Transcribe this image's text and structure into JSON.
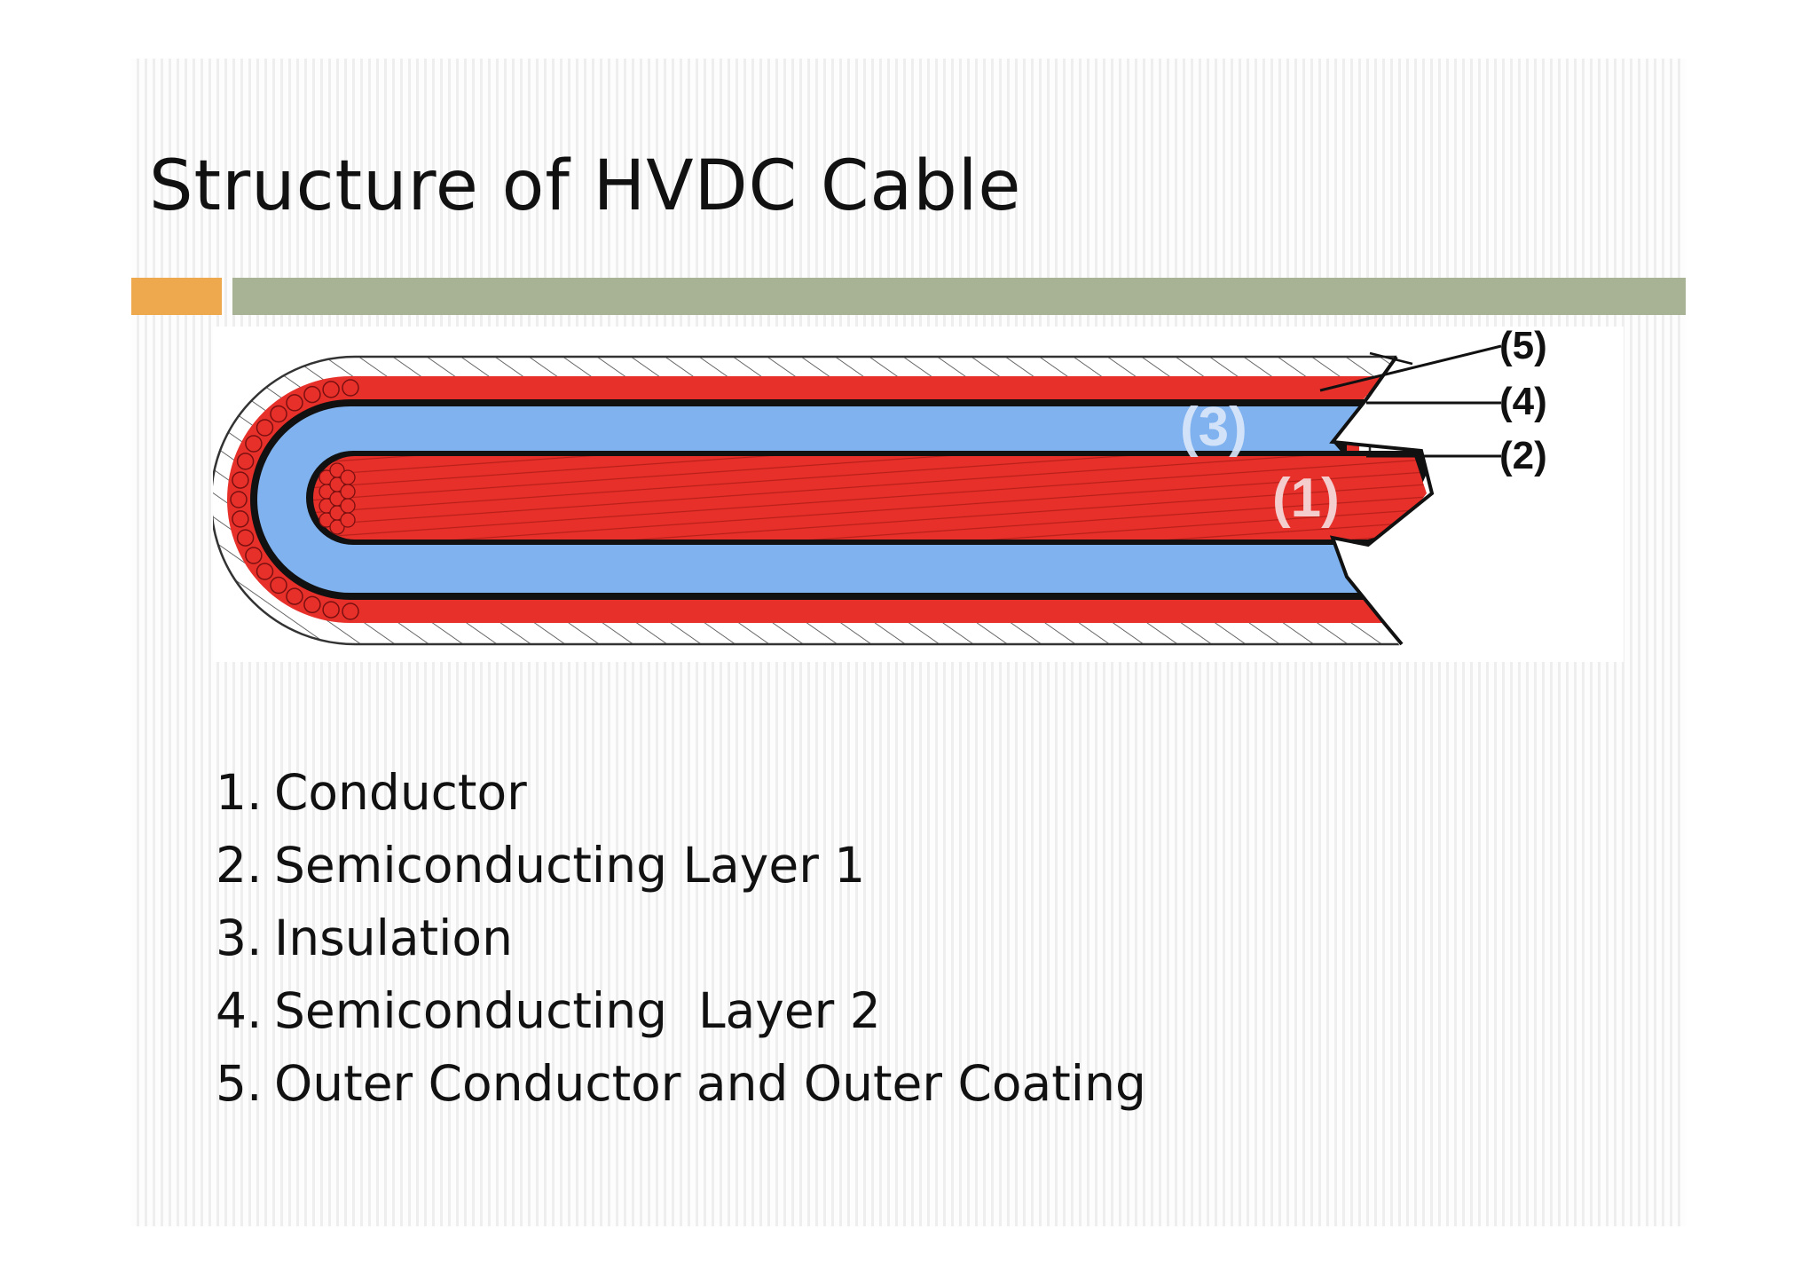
{
  "title": "Structure of HVDC Cable",
  "colors": {
    "accent_orange": "#eea84d",
    "accent_green": "#a8b396",
    "conductor_red": "#e8302a",
    "insulation_blue": "#7fb2ee",
    "semiconducting_black": "#111111"
  },
  "diagram": {
    "callouts": {
      "c5": "(5)",
      "c4": "(4)",
      "c2": "(2)",
      "c3": "(3)",
      "c1": "(1)"
    }
  },
  "legend": [
    {
      "num": "1.",
      "text": "Conductor"
    },
    {
      "num": "2.",
      "text": "Semiconducting Layer 1"
    },
    {
      "num": "3.",
      "text": "Insulation"
    },
    {
      "num": "4.",
      "text": "Semiconducting  Layer 2"
    },
    {
      "num": "5.",
      "text": "Outer Conductor and Outer Coating"
    }
  ]
}
